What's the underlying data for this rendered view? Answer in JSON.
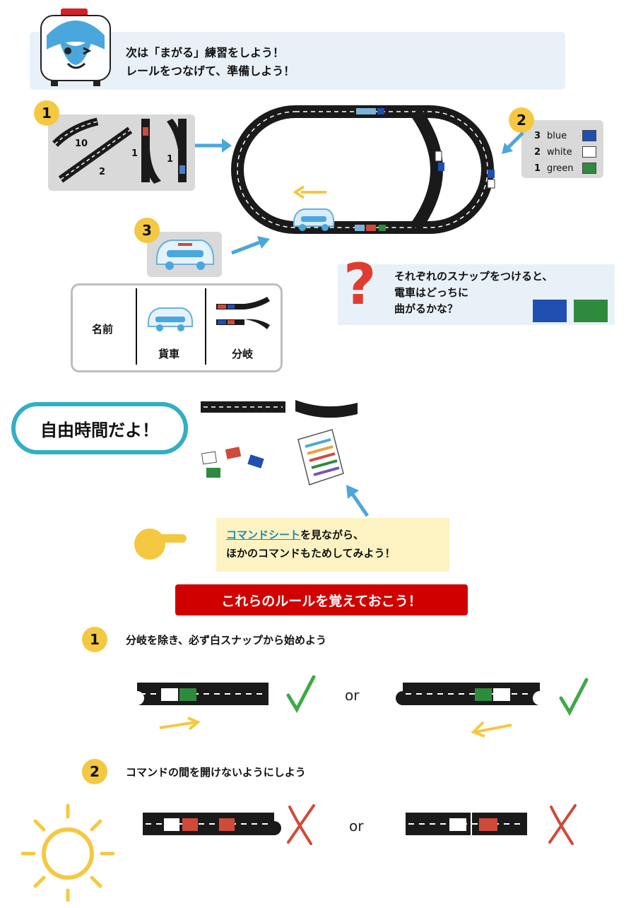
{
  "intro": {
    "line1": "次は「まがる」練習をしよう！",
    "line2": "レールをつなげて、準備しよう！"
  },
  "steps": {
    "s1": "1",
    "s2": "2",
    "s3": "3"
  },
  "rail_counts": {
    "curve": "10",
    "straight": "2",
    "switch_left": "1",
    "switch_right": "1"
  },
  "legend": [
    {
      "num": "3",
      "name": "blue",
      "color": "#1f4fb0"
    },
    {
      "num": "2",
      "name": "white",
      "color": "#ffffff"
    },
    {
      "num": "1",
      "name": "green",
      "color": "#2e8b3e"
    }
  ],
  "question": {
    "mark": "?",
    "line1": "それぞれのスナップをつけると、",
    "line2": "電車はどっちに",
    "line3": "曲がるかな？",
    "left_color": "#1f4fb0",
    "right_color": "#2e8b3e"
  },
  "names_table": {
    "header": "名前",
    "car": "貨車",
    "switch": "分岐"
  },
  "free_time": "自由時間だよ！",
  "command_sheet": {
    "link": "コマンドシート",
    "rest1": "を見ながら、",
    "line2": "ほかのコマンドもためしてみよう！"
  },
  "rules_banner": "これらのルールを覚えておこう！",
  "rules": [
    {
      "num": "1",
      "text": "分岐を除き、必ず白スナップから始めよう"
    },
    {
      "num": "2",
      "text": "コマンドの間を開けないようにしよう"
    }
  ],
  "or_label": "or",
  "colors": {
    "blue": "#1f4fb0",
    "white": "#ffffff",
    "green": "#2e8b3e",
    "red": "#d04a3a",
    "yellow": "#f5c842",
    "track": "#1a1a1a",
    "teal": "#33aec4"
  }
}
